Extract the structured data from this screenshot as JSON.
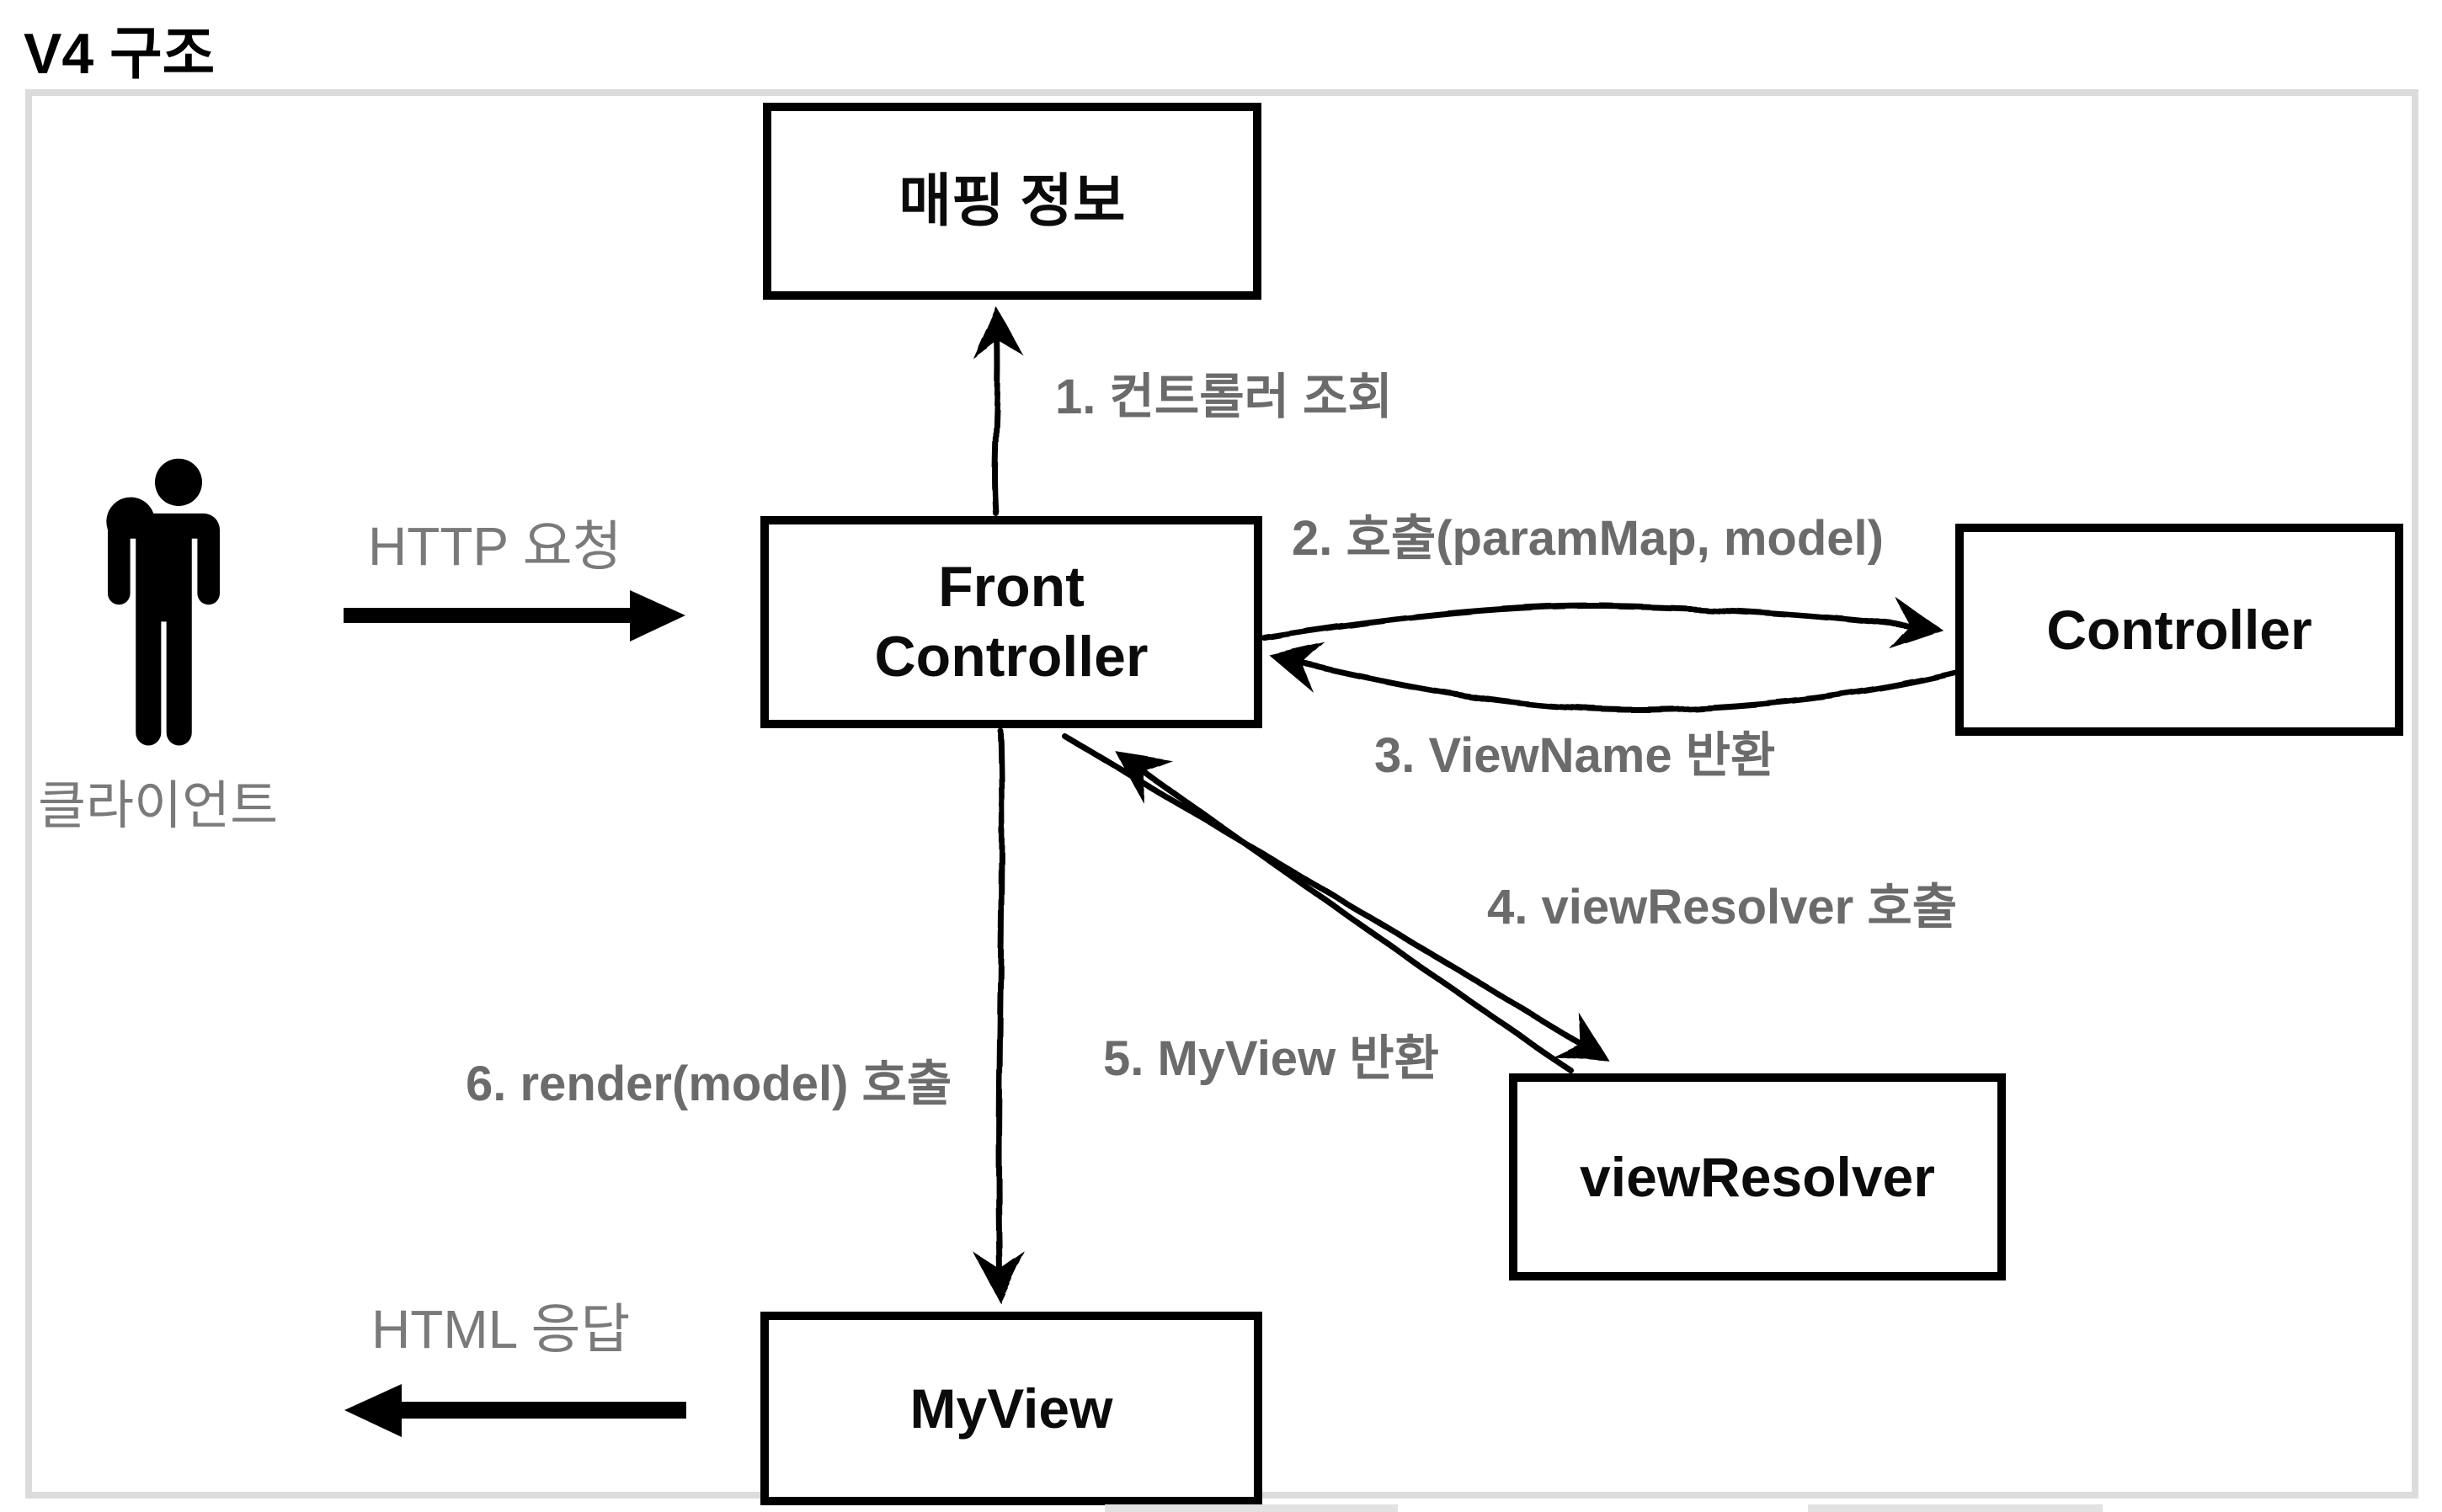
{
  "page_title": "V4 구조",
  "nodes": {
    "mapping": "매핑 정보",
    "front_controller": "Front\nController",
    "controller": "Controller",
    "view_resolver": "viewResolver",
    "my_view": "MyView"
  },
  "client": {
    "icon": "person-icon",
    "label": "클라이언트"
  },
  "flows": {
    "http_request": "HTTP 요청",
    "html_response": "HTML 응답",
    "step1": "1. 컨트롤러 조회",
    "step2": "2. 호출(paramMap, model)",
    "step3": "3. ViewName 반환",
    "step4": "4. viewResolver 호출",
    "step5": "5. MyView 반환",
    "step6": "6. render(model) 호출"
  },
  "colors": {
    "node_border": "#000000",
    "node_text": "#0b0b0b",
    "step_label_gray": "#6b6b6b",
    "plain_label_gray": "#7a7a7a",
    "frame_border_gray": "#dcdcdc",
    "cut_strip_gray": "#e2e2e2",
    "background": "#ffffff"
  }
}
